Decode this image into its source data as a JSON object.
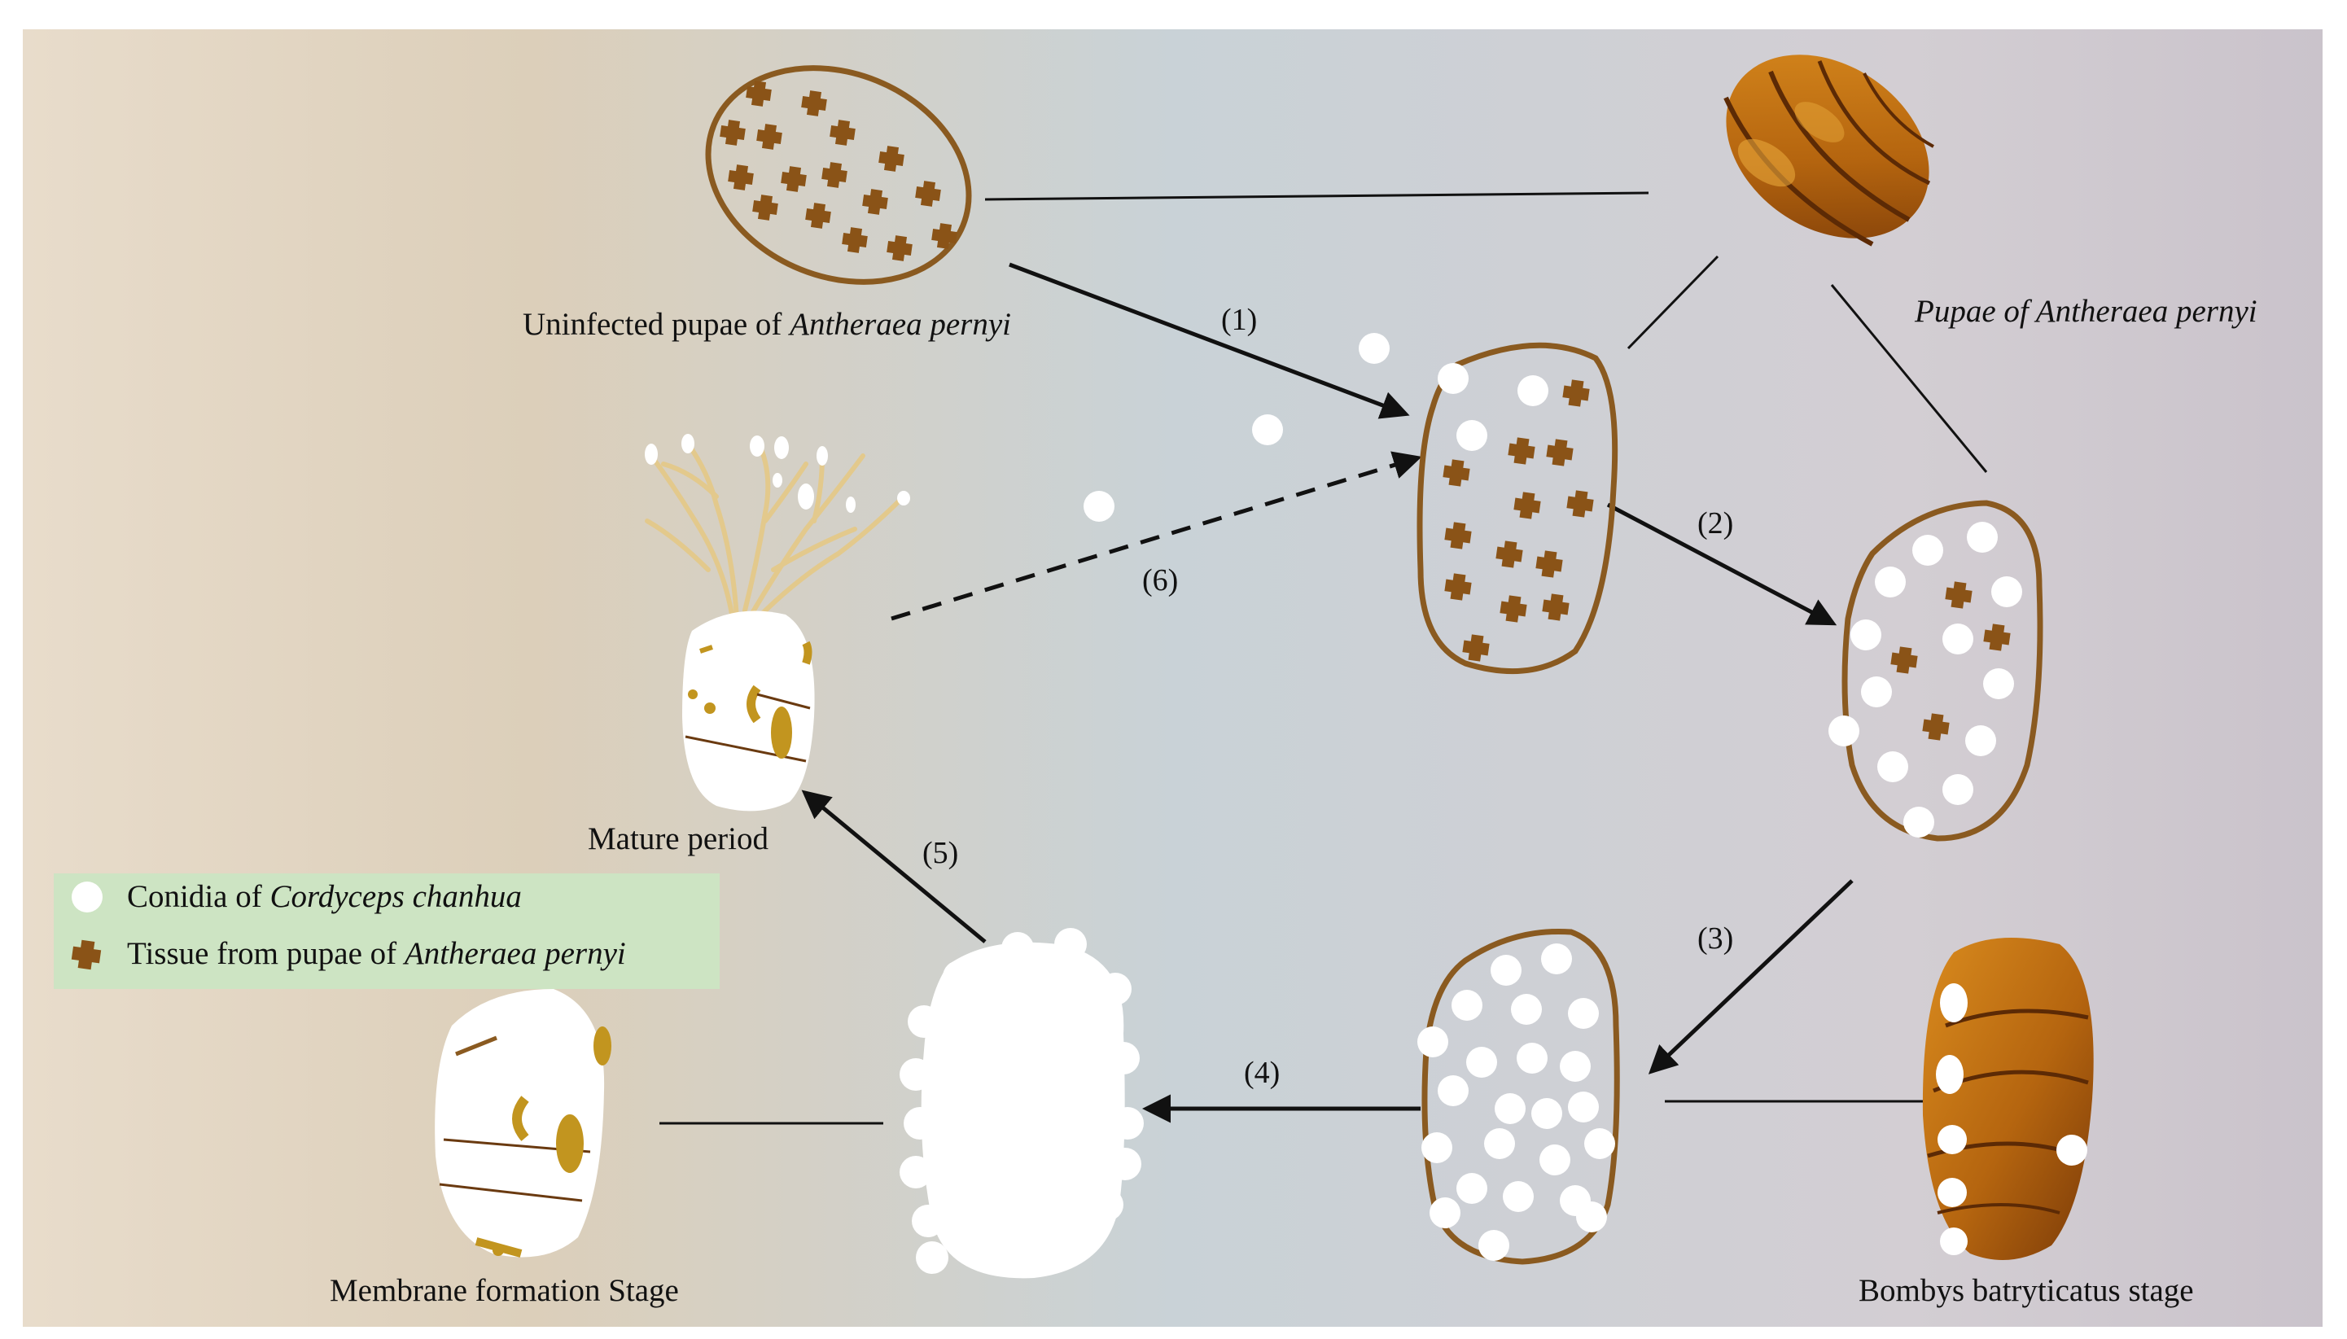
{
  "colors": {
    "bg_left": "#e6d9c6",
    "bg_mid": "#c9d2d7",
    "bg_right": "#cec8cf",
    "outline": "#8a5a20",
    "tissue": "#8a5317",
    "conidia": "#ffffff",
    "legend_bg": "#cde4c3",
    "hyphae": "#e3c98c",
    "gold": "#c2951f"
  },
  "labels": {
    "uninfected": {
      "prefix": "Uninfected pupae of ",
      "italic": "Antheraea pernyi"
    },
    "pupae": {
      "italic": "Pupae of Antheraea pernyi"
    },
    "mature": "Mature period",
    "membrane": "Membrane formation Stage",
    "bombys": "Bombys batryticatus stage"
  },
  "steps": [
    "(1)",
    "(2)",
    "(3)",
    "(4)",
    "(5)",
    "(6)"
  ],
  "legend": {
    "conidia": {
      "prefix": "Conidia of ",
      "italic": "Cordyceps chanhua",
      "icon": "white-circle-icon"
    },
    "tissue": {
      "prefix": "Tissue from pupae of ",
      "italic": "Antheraea pernyi",
      "icon": "brown-cross-icon"
    }
  }
}
